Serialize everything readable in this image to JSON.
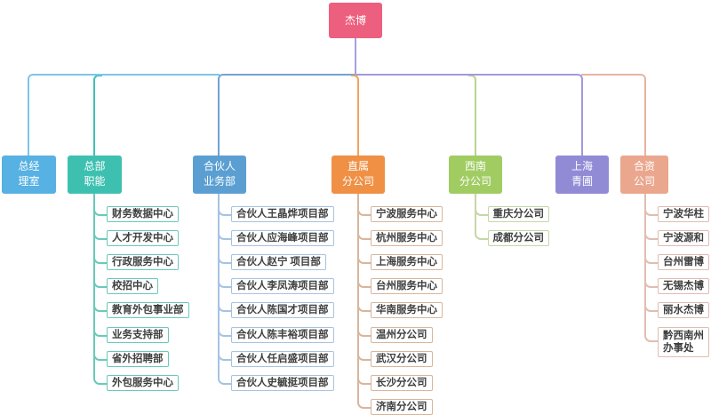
{
  "root": {
    "label": "杰博",
    "color": "#ed5f7e",
    "stub_color": "#a5a0de"
  },
  "branches": [
    {
      "label": "总经理室",
      "label_lines": [
        "总经",
        "理室"
      ],
      "color": "#57b1e3",
      "line_color": "#7cc5e8",
      "child_color": "#7cc5e8",
      "children": []
    },
    {
      "label": "总部职能",
      "label_lines": [
        "总部",
        "职能"
      ],
      "color": "#3ec0b1",
      "line_color": "#3fc1b2",
      "child_color": "#69c9bc",
      "children": [
        "财务数据中心",
        "人才开发中心",
        "行政服务中心",
        "校招中心",
        "教育外包事业部",
        "业务支持部",
        "省外招聘部",
        "外包服务中心"
      ]
    },
    {
      "label": "合伙人业务部",
      "label_lines": [
        "合伙人",
        "业务部"
      ],
      "color": "#5b9fd2",
      "line_color": "#6fa3d4",
      "child_color": "#a6c3e0",
      "children": [
        "合伙人王晶烨项目部",
        "合伙人应海峰项目部",
        "合伙人赵宁 项目部",
        "合伙人李凤涛项目部",
        "合伙人陈国才项目部",
        "合伙人陈丰裕项目部",
        "合伙人任启盛项目部",
        "合伙人史毓挺项目部"
      ]
    },
    {
      "label": "直属分公司",
      "label_lines": [
        "直属",
        "分公司"
      ],
      "color": "#ef9045",
      "line_color": "#f5a15b",
      "child_color": "#d9b59c",
      "children": [
        "宁波服务中心",
        "杭州服务中心",
        "上海服务中心",
        "台州服务中心",
        "华南服务中心",
        "温州分公司",
        "武汉分公司",
        "长沙分公司",
        "济南分公司"
      ]
    },
    {
      "label": "西南分公司",
      "label_lines": [
        "西南",
        "分公司"
      ],
      "color": "#a0cc62",
      "line_color": "#b5d48e",
      "child_color": "#c3d8a6",
      "children": [
        "重庆分公司",
        "成都分公司"
      ]
    },
    {
      "label": "上海青圃",
      "label_lines": [
        "上海",
        "青圃"
      ],
      "color": "#918bd6",
      "line_color": "#a09ade",
      "child_color": "#a09ade",
      "children": []
    },
    {
      "label": "合资公司",
      "label_lines": [
        "合资",
        "公司"
      ],
      "color": "#eaa78e",
      "line_color": "#e7b4a1",
      "child_color": "#e0bdb1",
      "children": [
        "宁波华柱",
        "宁波源和",
        "台州雷博",
        "无锡杰博",
        "丽水杰博",
        "黔西南州\n办事处"
      ]
    }
  ]
}
